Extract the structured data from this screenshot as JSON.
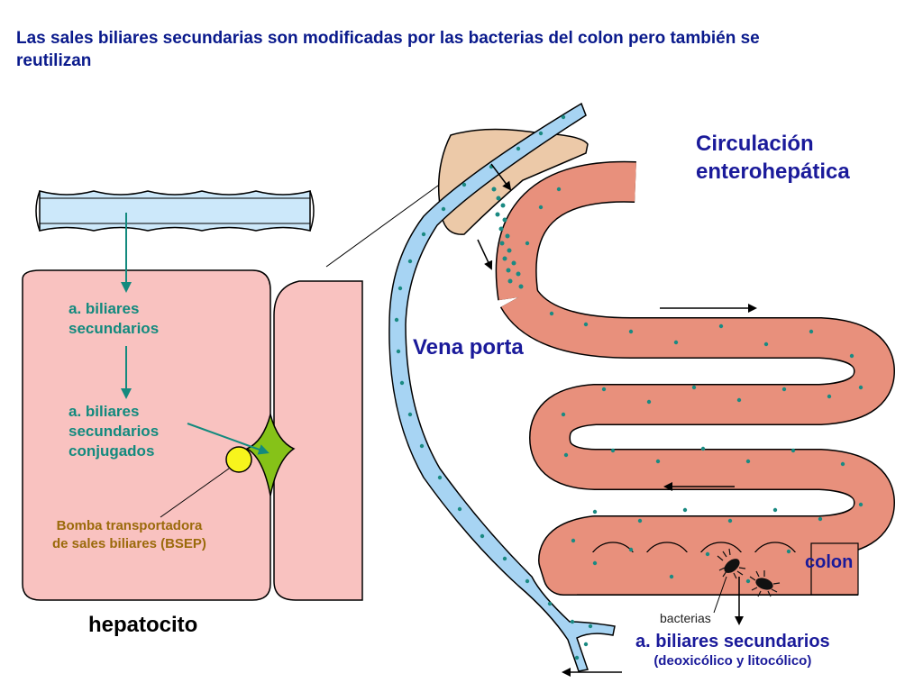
{
  "title": "Las sales biliares secundarias son modificadas por las bacterias del colon pero también se reutilizan",
  "labels": {
    "circulacion_line1": "Circulación",
    "circulacion_line2": "enterohepática",
    "vena_porta": "Vena porta",
    "colon": "colon",
    "bacterias": "bacterias",
    "abs_line1": "a. biliares secundarios",
    "abs_line2": "(deoxicólico y litocólico)",
    "hep_abs_line1": "a. biliares",
    "hep_abs_line2": "secundarios",
    "conj_line1": "a. biliares",
    "conj_line2": "secundarios",
    "conj_line3": "conjugados",
    "bsep_line1": "Bomba transportadora",
    "bsep_line2": "de sales biliares (BSEP)",
    "hepatocito": "hepatocito"
  },
  "colors": {
    "title_text": "#0a1a8c",
    "heading_text": "#1a1a9a",
    "teal_text": "#138a7e",
    "bsep_text": "#9b6a0b",
    "hepatocyte_fill": "#f9c2c0",
    "vessel_fill": "#cce8fa",
    "vena_porta_fill": "#a7d4f3",
    "liver_fill": "#ecc9a8",
    "intestine_fill": "#e8907c",
    "canaliculus_fill": "#86c218",
    "pump_fill": "#f7f41c",
    "dot_color": "#1a8a82"
  }
}
